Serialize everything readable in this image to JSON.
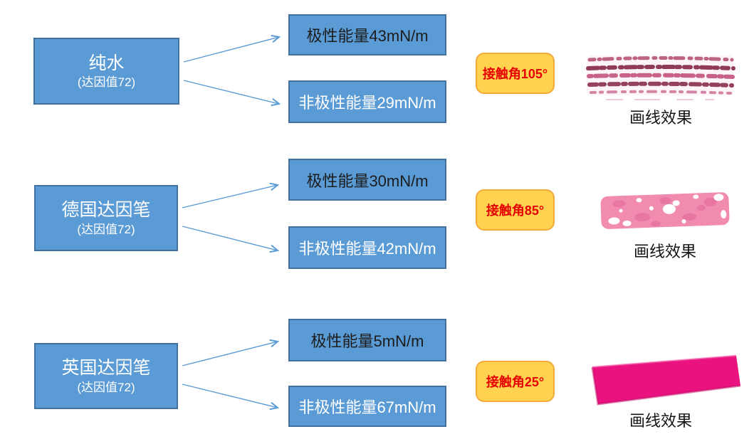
{
  "rows": [
    {
      "source_title": "纯水",
      "source_subtitle": "(达因值72)",
      "polar_energy": "极性能量43mN/m",
      "nonpolar_energy": "非极性能量29mN/m",
      "contact_angle": "接触角105°",
      "caption": "画线效果",
      "stroke_appearance": "broken-speckled-line"
    },
    {
      "source_title": "德国达因笔",
      "source_subtitle": "(达因值72)",
      "polar_energy": "极性能量30mN/m",
      "nonpolar_energy": "非极性能量42mN/m",
      "contact_angle": "接触角85°",
      "caption": "画线效果",
      "stroke_appearance": "mottled-pink-line"
    },
    {
      "source_title": "英国达因笔",
      "source_subtitle": "(达因值72)",
      "polar_energy": "极性能量5mN/m",
      "nonpolar_energy": "非极性能量67mN/m",
      "contact_angle": "接触角25°",
      "caption": "画线效果",
      "stroke_appearance": "solid-magenta-line"
    }
  ],
  "colors": {
    "node_fill": "#5b9bd5",
    "node_border": "#41719c",
    "arrow": "#5b9bd5",
    "badge_fill": "#ffd34f",
    "badge_border": "#f3a93c",
    "badge_text": "#e60000",
    "stroke_row1_speck": "#9c3f60",
    "stroke_row2_pink": "#f18bb0",
    "stroke_row3_magenta": "#e9127f"
  }
}
